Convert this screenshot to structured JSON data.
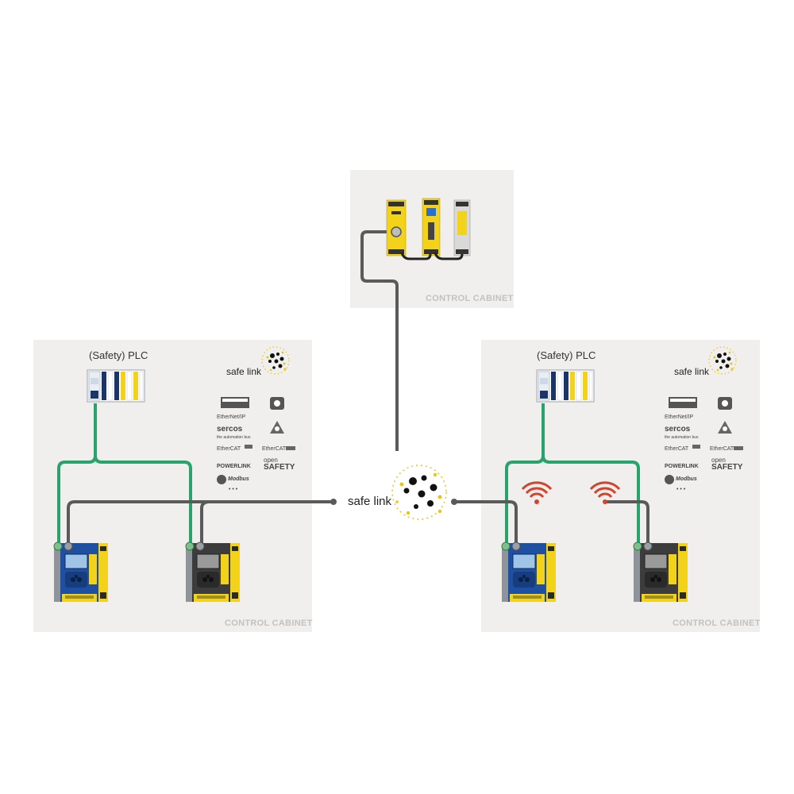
{
  "cabinet_label": "CONTROL CABINET",
  "plc_label": "(Safety) PLC",
  "safe_link_label": "safe link",
  "protocols": {
    "ethernet_ip": "EtherNet/IP",
    "sercos": "sercos",
    "sercos_sub": "the automation bus",
    "ethercat": "EtherCAT",
    "ethercat_safety": "EtherCAT",
    "powerlink": "POWERLINK",
    "open": "open",
    "safety": "SAFETY",
    "modbus": "Modbus",
    "more": "• • •"
  },
  "colors": {
    "profinet_green": "#27a36b",
    "safe_link_gray": "#5a5a5a",
    "wireless_orange": "#d4432b",
    "module_yellow": "#f2d21a",
    "module_blue": "#1e4fa0",
    "module_dark": "#3c3c3c",
    "plc_navy": "#1c3568"
  },
  "icons": [
    "wifi-icon",
    "safe-link-logo-icon",
    "plc-icon",
    "safety-module-icon"
  ]
}
